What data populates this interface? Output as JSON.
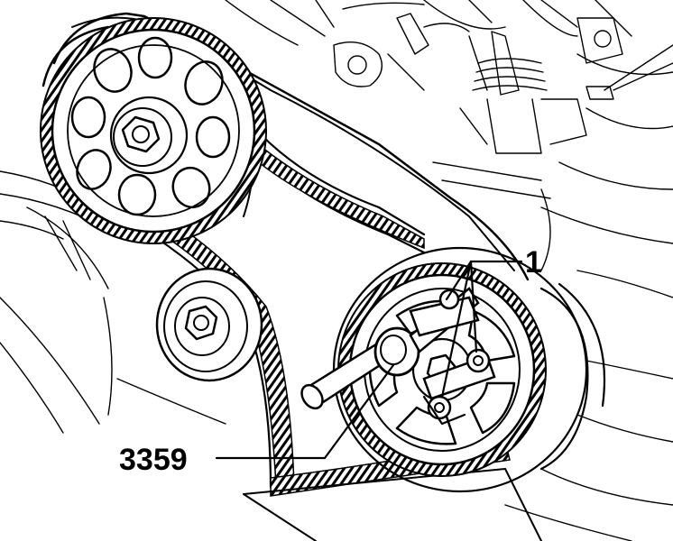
{
  "callouts": [
    {
      "id": "callout-1",
      "text": "1"
    },
    {
      "id": "callout-3359",
      "text": "3359"
    }
  ],
  "colors": {
    "ink": "#000000",
    "paper": "#ffffff"
  }
}
